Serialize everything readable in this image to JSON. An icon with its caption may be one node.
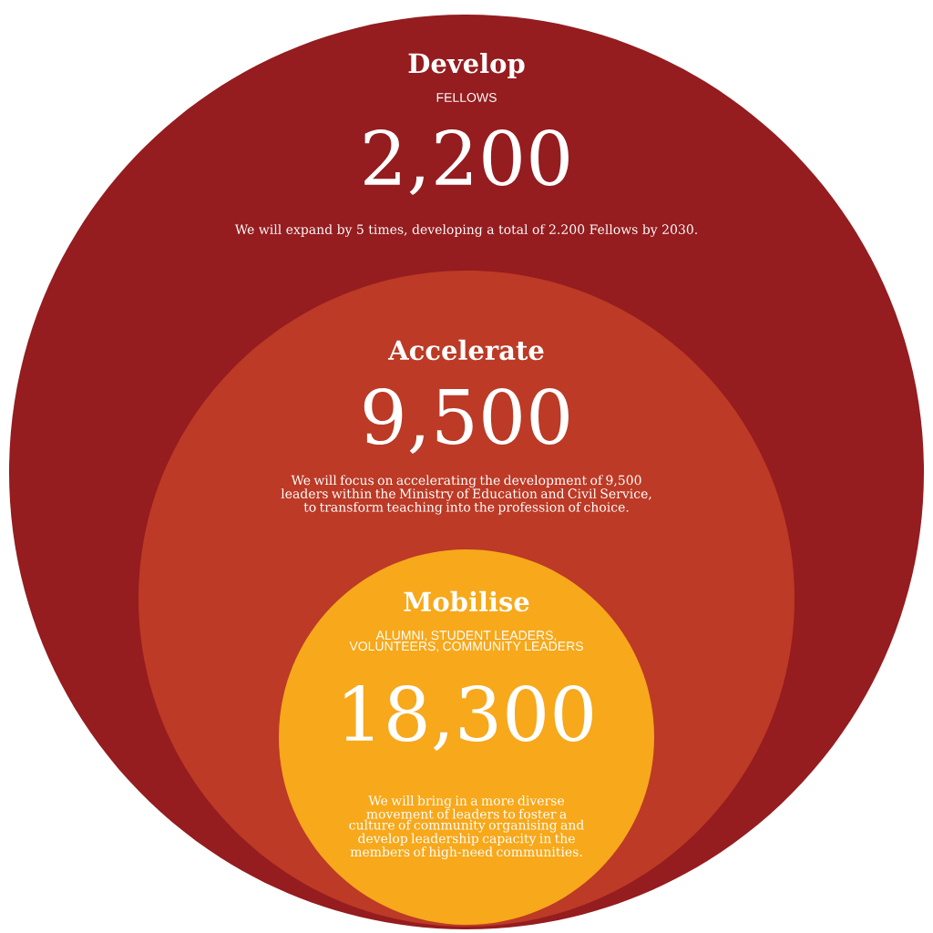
{
  "diagram": {
    "nodes": [
      {
        "text": [
          "Develop",
          "FELLOWS",
          "2,200",
          "We will expand by 5 times, developing a total of 2.200 Fellows by 2030."
        ]
      },
      {
        "text": [
          "Accelerate",
          "9,500",
          "We will focus on accelerating the development of 9,500 leaders within the Ministry of Education and Civil Service, to transform teaching into the profession of choice."
        ],
        "in": 0
      },
      {
        "text": [
          "Mobilise",
          "ALUMNI, STUDENT LEADERS, VOLUNTEERS, COMMUNITY LEADERS",
          "18,300",
          "We will bring in a more diverse movement of leaders to foster a culture of community organising and develop leadership capacity in the members of high-need communities."
        ],
        "in": 1
      }
    ]
  }
}
